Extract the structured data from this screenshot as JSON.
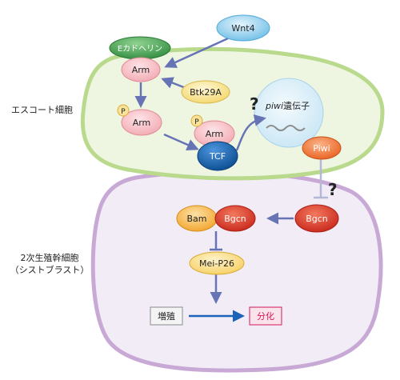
{
  "labels": {
    "escort_cell": "エスコート細胞",
    "gsc_line1": "2次生殖幹細胞",
    "gsc_line2": "（シストブラスト）"
  },
  "nodes": {
    "wnt4": "Wnt4",
    "ecad": "Eカドヘリン",
    "arm_top": "Arm",
    "btk": "Btk29A",
    "p": "P",
    "arm_mid": "Arm",
    "arm_tcf": "Arm",
    "tcf": "TCF",
    "piwi_gene": "piwi",
    "piwi_gene_suffix": "遺伝子",
    "question": "?",
    "piwi": "Piwi",
    "bam": "Bam",
    "bgcn_left": "Bgcn",
    "bgcn_right": "Bgcn",
    "mei": "Mei-P26",
    "proliferation": "増殖",
    "differentiation": "分化"
  },
  "colors": {
    "escort_fill": "#eef6e2",
    "escort_stroke": "#b9da8d",
    "gsc_fill": "#f2ecf6",
    "gsc_stroke": "#c8a9d6",
    "arrow": "#6673b5",
    "wnt4": "#9fd4ef",
    "ecad": "#3f9a4f",
    "arm": "#f7c9ce",
    "btk": "#fbe9a6",
    "tcf": "#1660a8",
    "piwi_gene": "#d8eef8",
    "piwi": "#f27a3a",
    "bam": "#f7b443",
    "bgcn": "#d9301f",
    "mei": "#fbe29a",
    "diff_text": "#d2195a",
    "blue_arrow": "#1a63b8"
  }
}
